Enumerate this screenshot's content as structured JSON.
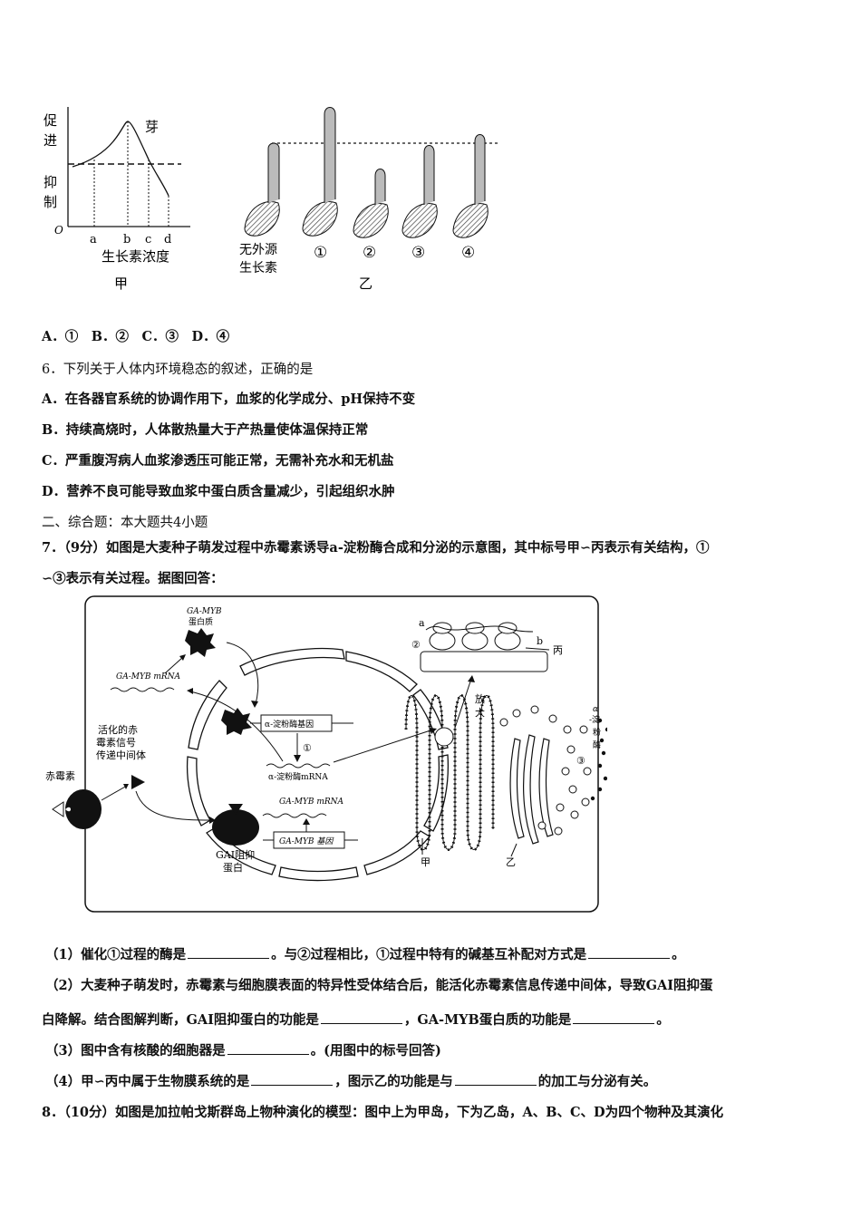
{
  "fig_top": {
    "jia": {
      "y_promote": "促进",
      "y_inhibit": "抑制",
      "origin": "O",
      "curve_label": "芽",
      "ticks": [
        "a",
        "b",
        "c",
        "d"
      ],
      "xlabel": "生长素浓度",
      "caption": "甲"
    },
    "yi": {
      "labels": [
        "无外源\n生长素",
        "①",
        "②",
        "③",
        "④"
      ],
      "label0_l1": "无外源",
      "label0_l2": "生长素",
      "caption": "乙"
    }
  },
  "q5_options": "A．①　B．②　C．③　D．④",
  "q6": {
    "stem": "6．下列关于人体内环境稳态的叙述，正确的是",
    "A": "A．在各器官系统的协调作用下，血浆的化学成分、pH保持不变",
    "B": "B．持续高烧时，人体散热量大于产热量使体温保持正常",
    "C": "C．严重腹泻病人血浆渗透压可能正常，无需补充水和无机盐",
    "D": "D．营养不良可能导致血浆中蛋白质含量减少，引起组织水肿"
  },
  "section2": "二、综合题：本大题共4小题",
  "q7": {
    "stem1": "7．（9分）如图是大麦种子萌发过程中赤霉素诱导a-淀粉酶合成和分泌的示意图，其中标号甲∽丙表示有关结构，①",
    "stem2": "∽③表示有关过程。据图回答：",
    "fig": {
      "gamyb_protein_1": "GA-MYB",
      "gamyb_protein_2": "蛋白质",
      "gamyb_mrna": "GA-MYB mRNA",
      "signal_1": "活化的赤",
      "signal_2": "霉素信号",
      "signal_3": "传递中间体",
      "gibberellin": "赤霉素",
      "amylase_gene": "α-淀粉酶基因",
      "step1": "①",
      "amylase_mrna": "α-淀粉酶mRNA",
      "gamyb_mrna2": "GA-MYB mRNA",
      "gamyb_gene": "GA-MYB 基因",
      "gai_1": "GAI阻抑",
      "gai_2": "蛋白",
      "zoom_1": "放",
      "zoom_2": "大",
      "label_a": "a",
      "label_b": "b",
      "step2": "②",
      "bing": "丙",
      "step3": "③",
      "enzyme_1": "α",
      "enzyme_2": "-淀",
      "enzyme_3": "粉",
      "enzyme_4": "酶",
      "jia": "甲",
      "yi": "乙"
    },
    "s1a": "（1）催化①过程的酶是",
    "s1b": "。与②过程相比，①过程中特有的碱基互补配对方式是",
    "s1c": "。",
    "s2a": "（2）大麦种子萌发时，赤霉素与细胞膜表面的特异性受体结合后，能活化赤霉素信息传递中间体，导致GAI阻抑蛋",
    "s2b": "白降解。结合图解判断，GAI阻抑蛋白的功能是",
    "s2c": "，GA-MYB蛋白质的功能是",
    "s2d": "。",
    "s3a": "（3）图中含有核酸的细胞器是",
    "s3b": "。(用图中的标号回答)",
    "s4a": "（4）甲∽丙中属于生物膜系统的是",
    "s4b": "，图示乙的功能是与",
    "s4c": "的加工与分泌有关。"
  },
  "q8": {
    "stem1": "8．（10分）如图是加拉帕戈斯群岛上物种演化的模型：图中上为甲岛，下为乙岛，A、B、C、D为四个物种及其演化"
  }
}
